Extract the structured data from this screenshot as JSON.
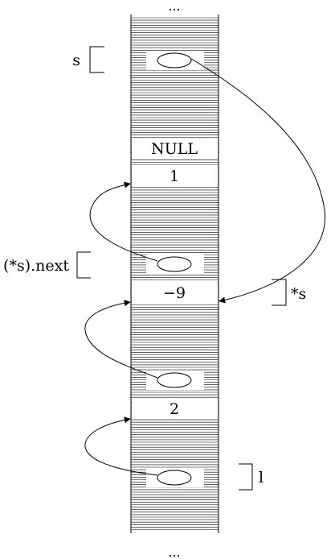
{
  "top_ellipsis": "...",
  "bottom_ellipsis": "...",
  "cells": [
    {
      "value": "NULL"
    },
    {
      "value": "1"
    },
    {
      "value": "−9"
    },
    {
      "value": "2"
    }
  ],
  "labels": {
    "s": "s",
    "s_next": "(*s).next",
    "star_s": "*s",
    "l": "l"
  }
}
